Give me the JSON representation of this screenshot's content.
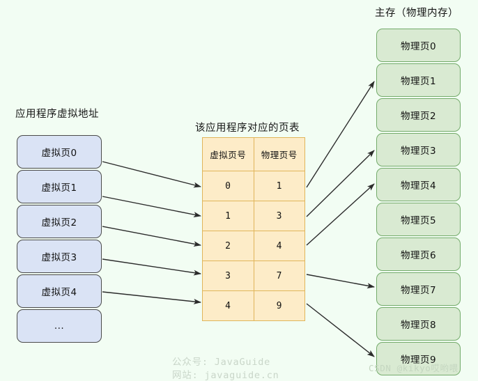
{
  "titles": {
    "virtual": "应用程序虚拟地址",
    "page_table": "该应用程序对应的页表",
    "memory": "主存（物理内存）"
  },
  "virtual_pages": [
    {
      "label": "虚拟页0"
    },
    {
      "label": "虚拟页1"
    },
    {
      "label": "虚拟页2"
    },
    {
      "label": "虚拟页3"
    },
    {
      "label": "虚拟页4"
    },
    {
      "label": "..."
    }
  ],
  "page_table": {
    "headers": [
      "虚拟页号",
      "物理页号"
    ],
    "rows": [
      {
        "virtual": "0",
        "physical": "1"
      },
      {
        "virtual": "1",
        "physical": "3"
      },
      {
        "virtual": "2",
        "physical": "4"
      },
      {
        "virtual": "3",
        "physical": "7"
      },
      {
        "virtual": "4",
        "physical": "9"
      }
    ]
  },
  "physical_pages": [
    {
      "label": "物理页0"
    },
    {
      "label": "物理页1"
    },
    {
      "label": "物理页2"
    },
    {
      "label": "物理页3"
    },
    {
      "label": "物理页4"
    },
    {
      "label": "物理页5"
    },
    {
      "label": "物理页6"
    },
    {
      "label": "物理页7"
    },
    {
      "label": "物理页8"
    },
    {
      "label": "物理页9"
    }
  ],
  "watermarks": {
    "line1": "公众号: JavaGuide",
    "line2": "网站: javaguide.cn",
    "csdn": "CSDN @kikyo哎哟喂"
  },
  "colors": {
    "background": "#f2fdf3",
    "virtual_box_fill": "#dae3f5",
    "virtual_box_border": "#4a4a4a",
    "table_fill": "#fdecc8",
    "table_border": "#e0b55a",
    "physical_box_fill": "#d9ead2",
    "physical_box_border": "#74ab6b",
    "arrow": "#2b2b2b",
    "watermark": "#c9d6c9"
  }
}
